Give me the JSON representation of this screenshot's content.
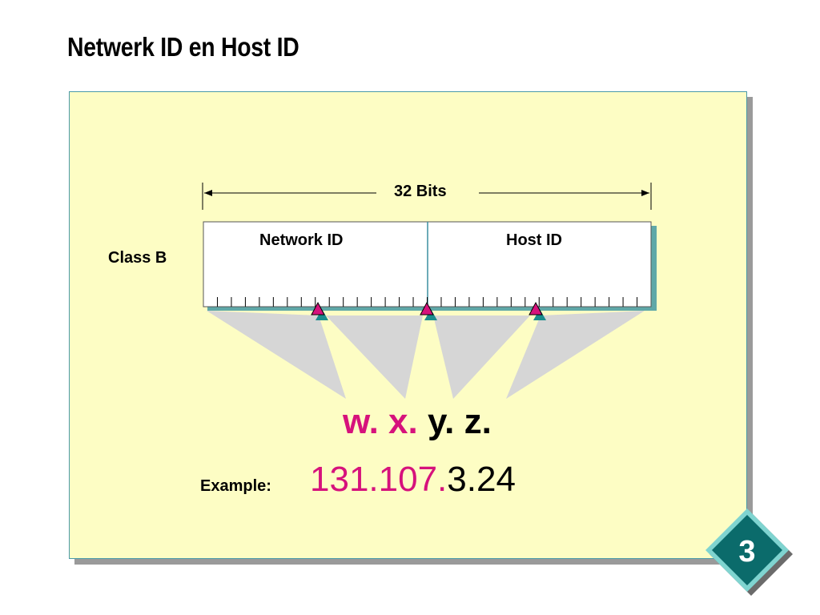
{
  "slide": {
    "title": "Netwerk ID en Host ID",
    "page_number": "3"
  },
  "diagram": {
    "width_label": "32 Bits",
    "class_label": "Class B",
    "network_label": "Network ID",
    "host_label": "Host ID",
    "notation": {
      "network_part": "w. x.",
      "host_part": " y. z."
    },
    "example": {
      "label": "Example:",
      "network_part": "131.107.",
      "host_part": "3.24"
    }
  },
  "colors": {
    "panel": "#fdfdc4",
    "panel_border": "#4a9aa8",
    "accent_pink": "#d6127c",
    "marker_teal": "#1a8c8c",
    "badge_teal": "#0b6b6b"
  }
}
